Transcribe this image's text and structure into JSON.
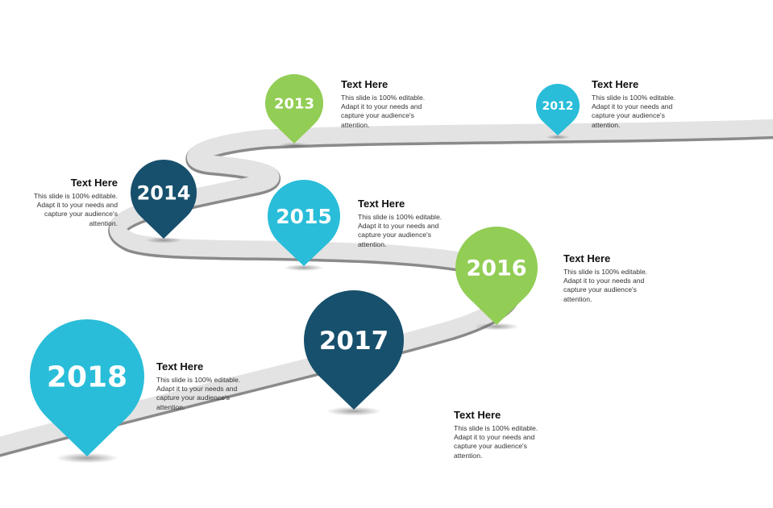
{
  "colors": {
    "light_blue": "#29bdd9",
    "green": "#92cd55",
    "dark_blue": "#17506c",
    "road_top": "#e3e3e3",
    "road_edge": "#8a8a8a"
  },
  "milestones": [
    {
      "year": "2012",
      "color": "light_blue",
      "title": "Text Here",
      "body": "This slide is 100% editable.\nAdapt it to your needs and\ncapture your audience's\nattention."
    },
    {
      "year": "2013",
      "color": "green",
      "title": "Text Here",
      "body": "This slide is 100% editable.\nAdapt it to your needs and\ncapture your audience's\nattention."
    },
    {
      "year": "2014",
      "color": "dark_blue",
      "title": "Text Here",
      "body": "This slide is 100% editable.\nAdapt it to your needs and\ncapture your audience's\nattention."
    },
    {
      "year": "2015",
      "color": "light_blue",
      "title": "Text Here",
      "body": "This slide is 100% editable.\nAdapt it to your needs and\ncapture your audience's\nattention."
    },
    {
      "year": "2016",
      "color": "green",
      "title": "Text Here",
      "body": "This slide is 100% editable.\nAdapt it to your needs and\ncapture your audience's\nattention."
    },
    {
      "year": "2017",
      "color": "dark_blue",
      "title": "Text Here",
      "body": "This slide is 100% editable.\nAdapt it to your needs and\ncapture your audience's\nattention."
    },
    {
      "year": "2018",
      "color": "light_blue",
      "title": "Text Here",
      "body": "This slide is 100% editable.\nAdapt it to your needs and\ncapture your audience's\nattention."
    }
  ]
}
